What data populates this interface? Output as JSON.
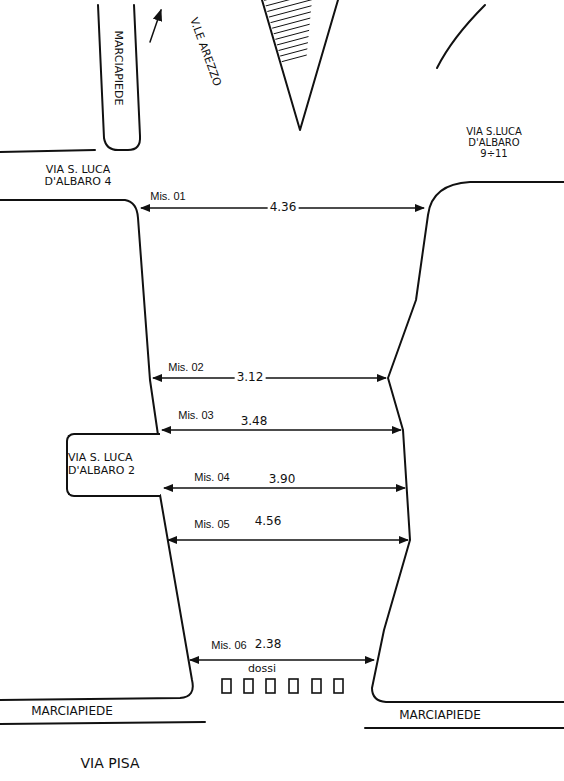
{
  "diagram": {
    "nodes": [
      {
        "text": [
          "VIA S. LUCA D'ALBARO 2"
        ]
      }
    ],
    "labels": [
      "MARCIAPIEDE",
      "V.LE AREZZO",
      "VIA S. LUCA D'ALBARO 4",
      "VIA S.LUCA D'ALBARO 9÷11",
      "Mis. 01",
      "4.36",
      "Mis. 02",
      "3.12",
      "Mis. 03",
      "3.48",
      "Mis. 04",
      "3.90",
      "Mis. 05",
      "4.56",
      "Mis. 06",
      "2.38",
      "dossi",
      "MARCIAPIEDE",
      "MARCIAPIEDE",
      "VIA PISA"
    ]
  }
}
